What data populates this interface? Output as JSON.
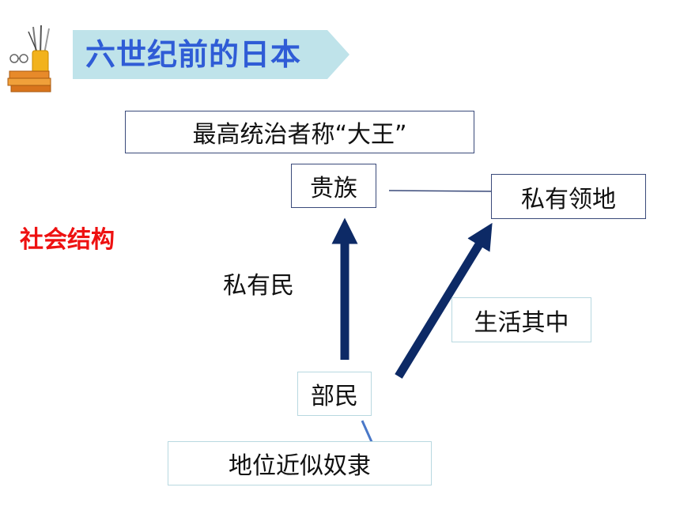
{
  "title": "六世纪前的日本",
  "nodes": {
    "ruler": "最高统治者称“大王”",
    "nobles": "贵族",
    "territory": "私有领地",
    "people": "部民",
    "status": "地位近似奴隶"
  },
  "labels": {
    "social_structure": "社会结构",
    "private_people": "私有民",
    "live_within": "生活其中"
  },
  "colors": {
    "title_text": "#2f5cd6",
    "banner": "#bfe3ea",
    "arrow": "#0d2a66",
    "accent_red": "#ee1111"
  },
  "icons": [
    "books-and-pens-icon"
  ]
}
